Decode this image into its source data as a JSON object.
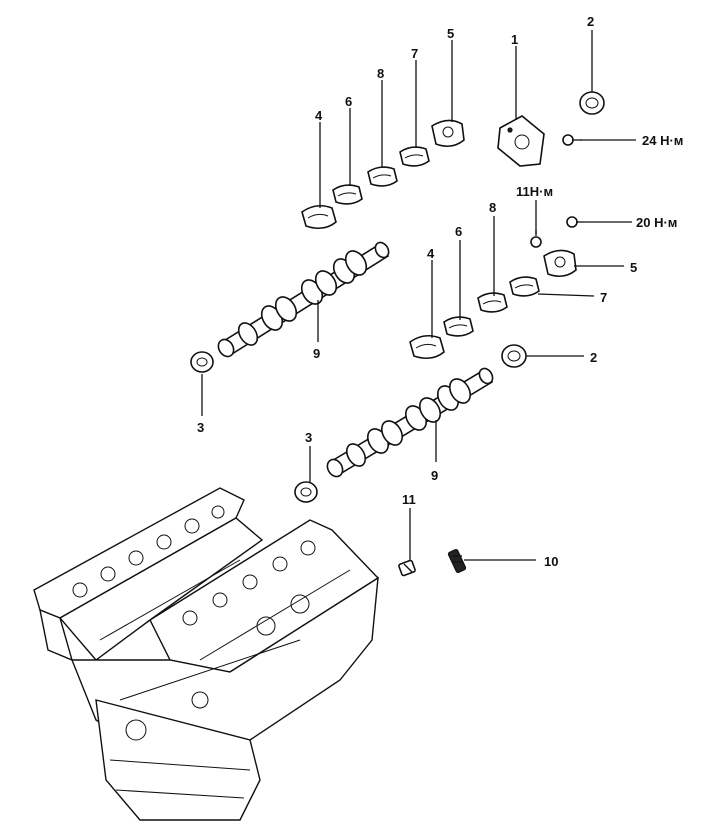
{
  "labels": {
    "cam_cap_front_upper": "1",
    "oil_seal_upper": "2",
    "oil_seal_lower": "2",
    "plug_left": "3",
    "plug_center": "3",
    "cap4_upper": "4",
    "cap4_lower": "4",
    "cap5_upper": "5",
    "cap5_lower": "5",
    "cap6_upper": "6",
    "cap6_lower": "6",
    "cap7_upper": "7",
    "cap7_lower": "7",
    "cap8_upper": "8",
    "cap8_lower": "8",
    "camshaft_upper": "9",
    "camshaft_lower": "9",
    "bolt_10": "10",
    "bolt_11_lower": "11"
  },
  "torques": {
    "t24": "24 Н·м",
    "t11": "11Н·м",
    "t20": "20 Н·м"
  }
}
